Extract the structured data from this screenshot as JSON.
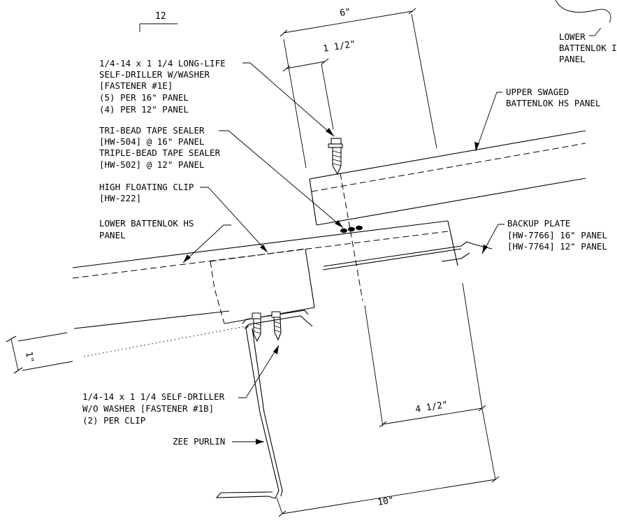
{
  "slope": {
    "rise": "12"
  },
  "dimensions": {
    "d6": "6\"",
    "d1_5": "1 1/2\"",
    "d4_5": "4 1/2\"",
    "d10": "10\"",
    "d1": "1\""
  },
  "callouts": {
    "lower_panel_top": [
      "LOWER",
      "BATTENLOK I",
      "PANEL"
    ],
    "upper_panel": [
      "UPPER SWAGED",
      "BATTENLOK HS PANEL"
    ],
    "fastener_1e": [
      "1/4-14 x 1 1/4 LONG-LIFE",
      "SELF-DRILLER W/WASHER",
      "[FASTENER #1E]",
      "(5) PER 16\" PANEL",
      "(4) PER 12\" PANEL"
    ],
    "tape_sealer": [
      "TRI-BEAD TAPE SEALER",
      "[HW-504] @ 16\" PANEL",
      "TRIPLE-BEAD TAPE SEALER",
      "[HW-502] @ 12\" PANEL"
    ],
    "clip": [
      "HIGH FLOATING CLIP",
      "[HW-222]"
    ],
    "lower_panel": [
      "LOWER BATTENLOK HS",
      "PANEL"
    ],
    "backup_plate": [
      "BACKUP PLATE",
      "[HW-7766] 16\" PANEL",
      "[HW-7764] 12\" PANEL"
    ],
    "fastener_1b": [
      "1/4-14 x 1 1/4 SELF-DRILLER",
      "W/O WASHER [FASTENER #1B]",
      "(2) PER CLIP"
    ],
    "purlin": [
      "ZEE PURLIN"
    ]
  }
}
